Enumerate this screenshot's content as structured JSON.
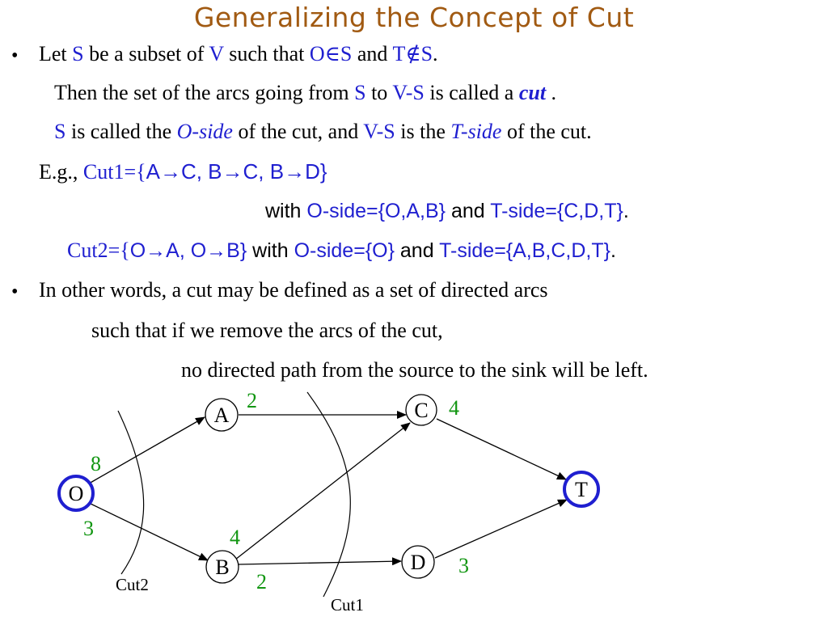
{
  "slide": {
    "title": "Generalizing the Concept of Cut",
    "bullet_glyph": "•"
  },
  "text": {
    "l1": {
      "p1": "Let ",
      "s1": "S",
      "p2": " be a subset of ",
      "v": "V",
      "p3": " such that ",
      "o_in_s": "O∈S",
      "p4": " and ",
      "t_notin_s": "T∉S",
      "p5": "."
    },
    "l2": {
      "p1": "Then the set of the arcs going from ",
      "s": "S",
      "p2": " to ",
      "vs": "V-S",
      "p3": " is called a ",
      "cut": "cut",
      "p4": " ."
    },
    "l3": {
      "s": "S",
      "p1": " is called the ",
      "oside": "O-side",
      "p2": " of the cut, and ",
      "vs": "V-S",
      "p3": " is the ",
      "tside": "T-side",
      "p4": " of the cut."
    },
    "l4": {
      "eg": "E.g., ",
      "cut1_open": "Cut1={",
      "cut1_arcs": "A→C, B→C, B→D}"
    },
    "l5": {
      "with": "with ",
      "oside": "O-side={O,A,B}",
      "and": " and ",
      "tside": "T-side={C,D,T}",
      "end": "."
    },
    "l6": {
      "cut2_open": "Cut2={",
      "cut2_arcs": "O→A, O→B}",
      "with": " with ",
      "oside": "O-side={O}",
      "and": " and ",
      "tside": "T-side={A,B,C,D,T}",
      "end": "."
    },
    "l7": "In other words, a cut may be defined as a set of directed arcs",
    "l8": "such that if we remove the arcs of the cut,",
    "l9": "no directed path from the source to the sink will be left."
  },
  "graph": {
    "nodes": [
      "A",
      "C",
      "O",
      "T",
      "B",
      "D"
    ],
    "capacities": {
      "oa": "8",
      "ob": "3",
      "ac": "2",
      "ct": "4",
      "bc": "4",
      "bd": "2",
      "dt": "3"
    },
    "cuts": {
      "cut1": "Cut1",
      "cut2": "Cut2"
    },
    "colors": {
      "capacity": "#129612",
      "highlight": "#1f1fd0",
      "title": "#a15a12"
    }
  }
}
